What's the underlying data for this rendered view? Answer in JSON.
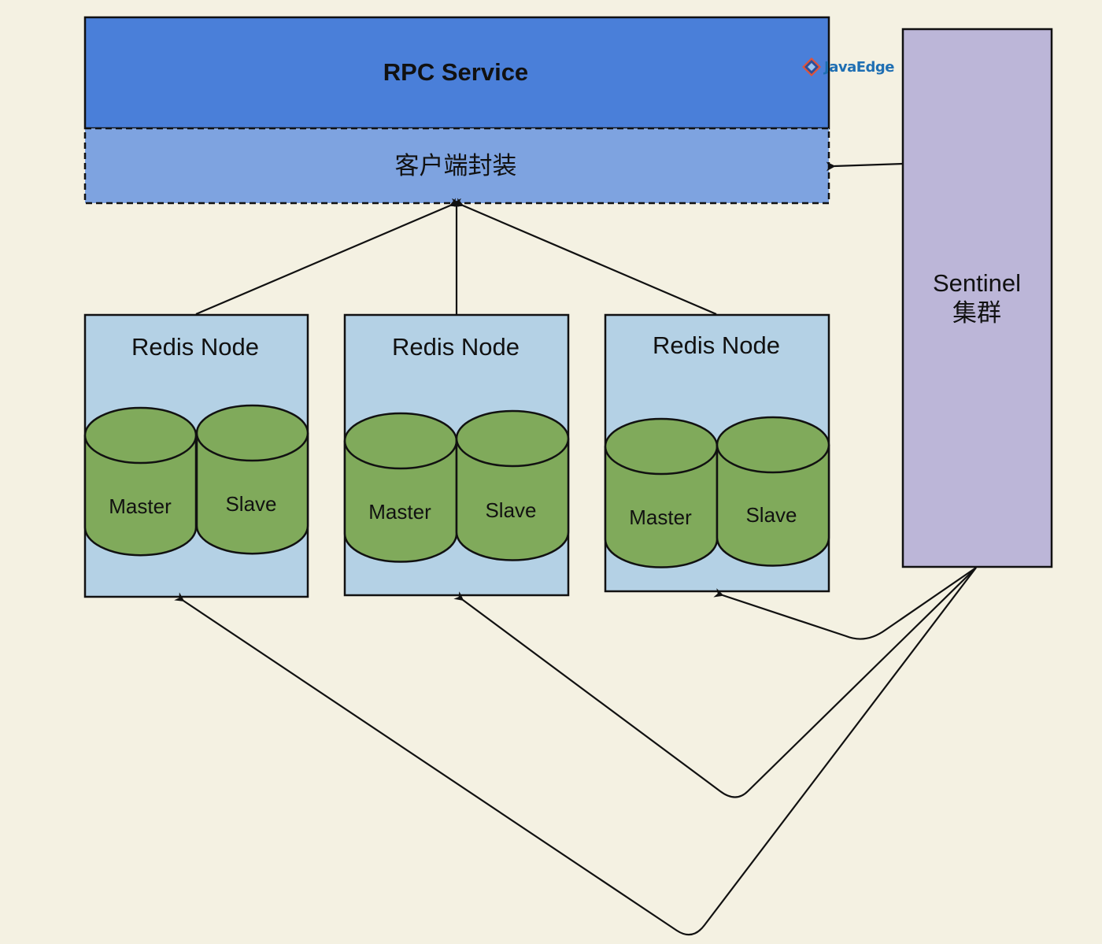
{
  "diagram": {
    "title": "Redis Sentinel architecture with client wrapper",
    "colors": {
      "background": "#f4f1e2",
      "rpc_service": "#4a7fd9",
      "client_wrapper": "#7ea3e0",
      "redis_node": "#b4d1e5",
      "cylinder": "#80aa5b",
      "sentinel": "#bcb6d8",
      "stroke": "#111111"
    },
    "rpc_service": {
      "label": "RPC Service"
    },
    "client_wrapper": {
      "label": "客户端封装"
    },
    "watermark": {
      "label": "JavaEdge",
      "icon": "javaedge-logo-icon"
    },
    "redis_nodes": [
      {
        "label": "Redis Node",
        "master": "Master",
        "slave": "Slave"
      },
      {
        "label": "Redis Node",
        "master": "Master",
        "slave": "Slave"
      },
      {
        "label": "Redis Node",
        "master": "Master",
        "slave": "Slave"
      }
    ],
    "sentinel": {
      "line1": "Sentinel",
      "line2": "集群"
    },
    "edges": [
      {
        "from": "redis-node-1",
        "to": "client-wrapper"
      },
      {
        "from": "redis-node-2",
        "to": "client-wrapper"
      },
      {
        "from": "redis-node-3",
        "to": "client-wrapper"
      },
      {
        "from": "sentinel",
        "to": "client-wrapper"
      },
      {
        "from": "sentinel",
        "to": "redis-node-1"
      },
      {
        "from": "sentinel",
        "to": "redis-node-2"
      },
      {
        "from": "sentinel",
        "to": "redis-node-3"
      }
    ]
  }
}
